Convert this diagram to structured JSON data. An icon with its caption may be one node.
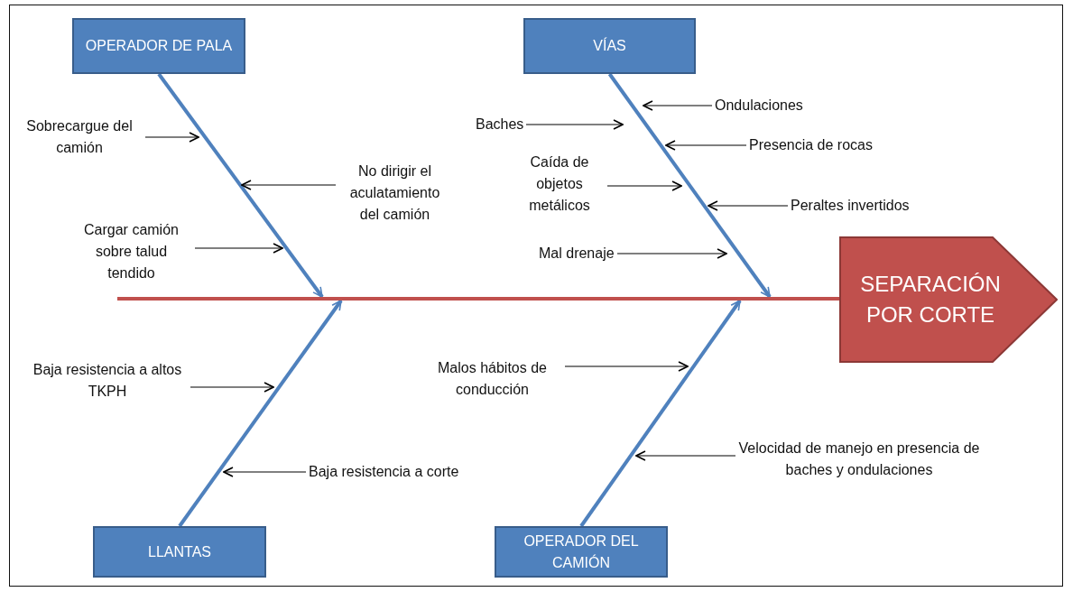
{
  "diagram": {
    "nodes": [
      {
        "text": [
          "OPERADOR DE PALA"
        ]
      },
      {
        "text": [
          "VÍAS"
        ]
      },
      {
        "text": [
          "Sobrecargue del camión"
        ]
      },
      {
        "text": [
          "Ondulaciones"
        ]
      },
      {
        "text": [
          "Baches"
        ]
      },
      {
        "text": [
          "Presencia de rocas"
        ]
      },
      {
        "text": [
          "No dirigir el aculatamiento del camión"
        ]
      },
      {
        "text": [
          "Caída de objetos metálicos"
        ]
      },
      {
        "text": [
          "Peraltes invertidos"
        ]
      },
      {
        "text": [
          "Cargar camión sobre talud tendido"
        ]
      },
      {
        "text": [
          "Mal drenaje"
        ]
      },
      {
        "text": [],
        "shape": "bar"
      },
      {
        "text": [
          "SEPARACIÓN POR CORTE"
        ]
      },
      {
        "text": [
          "Baja resistencia a altos TKPH"
        ]
      },
      {
        "text": [
          "Malos hábitos de conducción"
        ]
      },
      {
        "text": [
          "Velocidad de manejo en presencia de baches y ondulaciones"
        ]
      },
      {
        "text": [
          "Baja resistencia a corte"
        ]
      },
      {
        "text": [
          "LLANTAS"
        ]
      },
      {
        "text": [
          "OPERADOR DEL CAMIÓN"
        ]
      }
    ],
    "edges": [
      {
        "from": 0,
        "to": 11,
        "arrow": "to",
        "style": "thick",
        "color": "#4f81bd"
      },
      {
        "from": 1,
        "to": 11,
        "arrow": "to",
        "style": "thick",
        "color": "#4f81bd"
      },
      {
        "from": 17,
        "to": 11,
        "arrow": "to",
        "style": "thick",
        "color": "#4f81bd"
      },
      {
        "from": 18,
        "to": 11,
        "arrow": "to",
        "style": "thick",
        "color": "#4f81bd"
      },
      {
        "from": 2,
        "to": null,
        "arrow": "to"
      },
      {
        "from": 3,
        "to": null,
        "arrow": "to"
      },
      {
        "from": 4,
        "to": null,
        "arrow": "to"
      },
      {
        "from": 5,
        "to": null,
        "arrow": "to"
      },
      {
        "from": 6,
        "to": null,
        "arrow": "to"
      },
      {
        "from": 7,
        "to": null,
        "arrow": "to"
      },
      {
        "from": 8,
        "to": null,
        "arrow": "to"
      },
      {
        "from": 9,
        "to": null,
        "arrow": "to"
      },
      {
        "from": 10,
        "to": null,
        "arrow": "to"
      },
      {
        "from": 13,
        "to": null,
        "arrow": "to"
      },
      {
        "from": 14,
        "to": null,
        "arrow": "to"
      },
      {
        "from": 15,
        "to": null,
        "arrow": "to"
      },
      {
        "from": 16,
        "to": null,
        "arrow": "to"
      }
    ]
  }
}
